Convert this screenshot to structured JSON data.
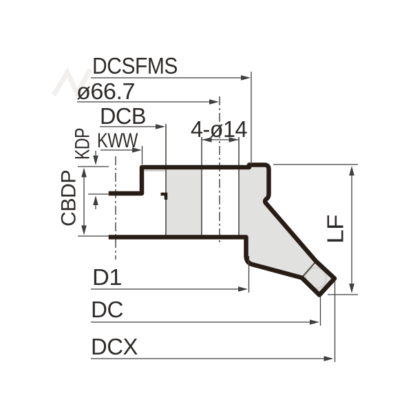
{
  "drawing": {
    "type": "technical-dimension-drawing",
    "subject": "face-mill-cutter-side-profile",
    "colors": {
      "background": "#ffffff",
      "outline": "#281d15",
      "body_fill": "#e1e1e0",
      "dimension_line": "#3f3f3f",
      "text": "#2e2b29"
    },
    "labels": {
      "dcsfms": "DCSFMS",
      "bolt_circle_dia": "ø66.7",
      "dcb": "DCB",
      "kww": "KWW",
      "kdp": "KDP",
      "cbdp": "CBDP",
      "mount_holes": "4-ø14",
      "lf": "LF",
      "d1": "D1",
      "dc": "DC",
      "dcx": "DCX"
    }
  }
}
